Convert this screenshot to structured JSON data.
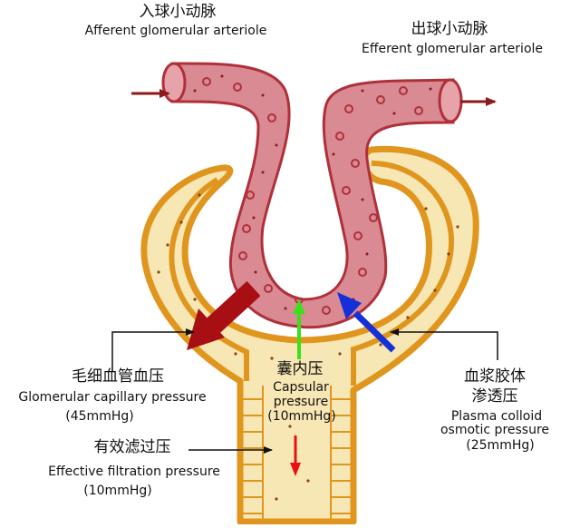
{
  "afferent": {
    "zh": "入球小动脉",
    "en": "Afferent glomerular arteriole"
  },
  "efferent": {
    "zh": "出球小动脉",
    "en": "Efferent glomerular arteriole"
  },
  "glomerular_pressure": {
    "zh": "毛细血管血压",
    "en": "Glomerular capillary pressure",
    "value": "(45mmHg)"
  },
  "capsular_pressure": {
    "zh": "囊内压",
    "en_line1": "Capsular",
    "en_line2": "pressure",
    "value": "(10mmHg)"
  },
  "oncotic_pressure": {
    "zh_line1": "血浆胶体",
    "zh_line2": "渗透压",
    "en_line1": "Plasma colloid",
    "en_line2": "osmotic pressure",
    "value": "(25mmHg)"
  },
  "effective_pressure": {
    "zh": "有效滤过压",
    "en": "Effective filtration pressure",
    "value": "(10mmHg)"
  },
  "colors": {
    "vessel_fill": "#d98a93",
    "vessel_outline": "#b0303a",
    "capsule_fill": "#f7e7b4",
    "capsule_outline": "#e0961e",
    "arrow_dark_red": "#a80f14",
    "arrow_blue": "#1530d8",
    "arrow_green": "#3ae01a",
    "arrow_red": "#e81010"
  }
}
